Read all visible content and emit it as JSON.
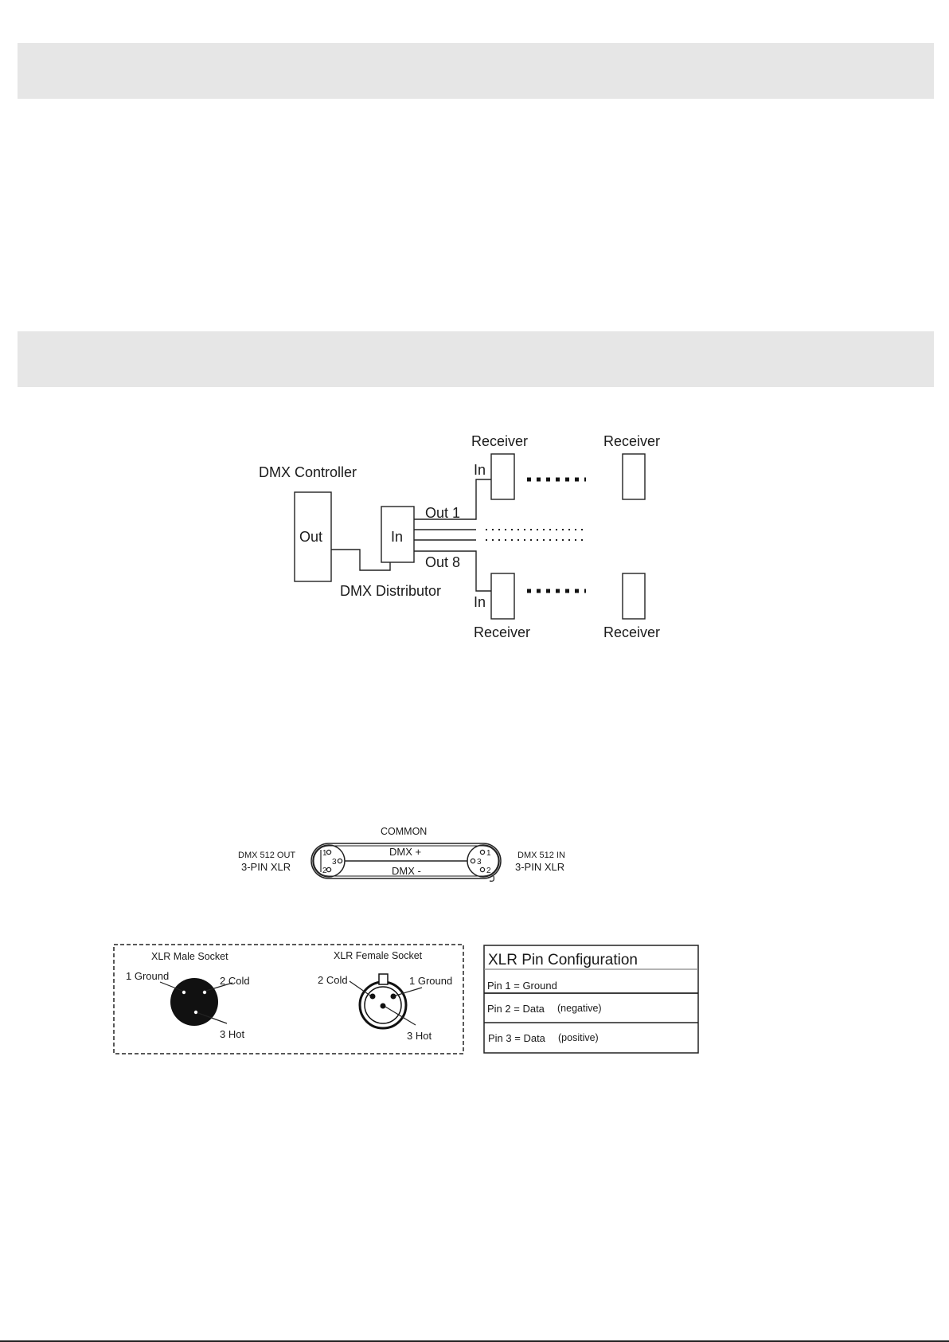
{
  "topology": {
    "controller_title": "DMX Controller",
    "controller_port": "Out",
    "distributor_port": "In",
    "distributor_title": "DMX Distributor",
    "out_first": "Out 1",
    "out_last": "Out 8",
    "receiver_label": "Receiver",
    "receiver_in": "In"
  },
  "cable": {
    "common": "COMMON",
    "dmx_plus": "DMX +",
    "dmx_minus": "DMX -",
    "left_line1": "DMX 512 OUT",
    "left_line2": "3-PIN XLR",
    "right_line1": "DMX 512 IN",
    "right_line2": "3-PIN XLR",
    "male_pins": [
      "1",
      "3",
      "2"
    ],
    "female_pins": [
      "1",
      "3",
      "2"
    ]
  },
  "sockets": {
    "male_title": "XLR Male Socket",
    "female_title": "XLR Female Socket",
    "ground": "1 Ground",
    "cold": "2 Cold",
    "hot": "3 Hot"
  },
  "pin_table": {
    "title": "XLR Pin Configuration",
    "rows": [
      {
        "pin": "Pin 1 = Ground",
        "note": ""
      },
      {
        "pin": "Pin 2 = Data",
        "note": "(negative)"
      },
      {
        "pin": "Pin 3 = Data",
        "note": "(positive)"
      }
    ]
  }
}
